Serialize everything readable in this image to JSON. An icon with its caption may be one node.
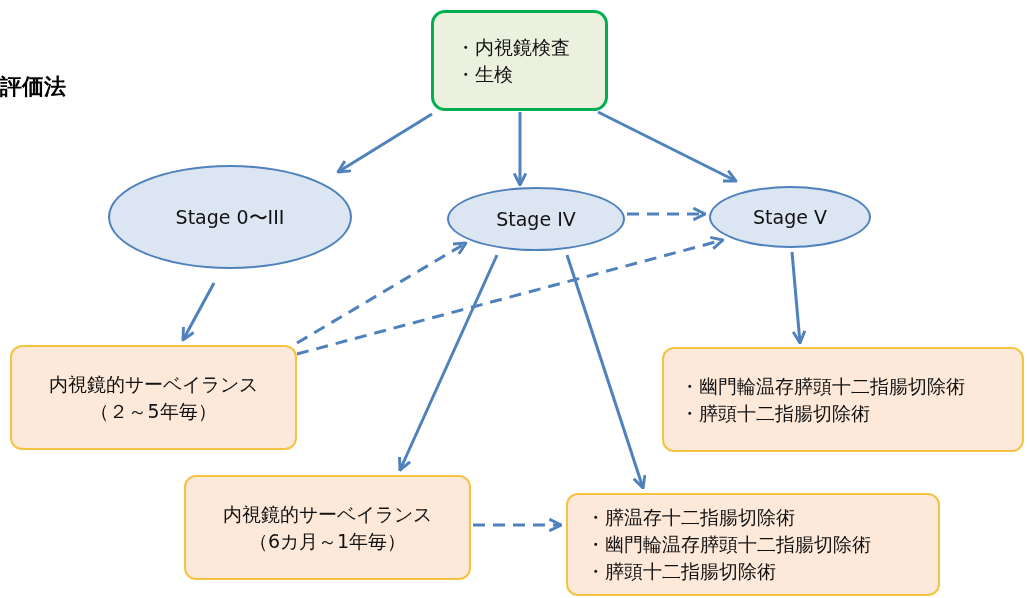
{
  "diagram": {
    "title": "評価法",
    "nodes": [
      {
        "text": [
          "・内視鏡検査",
          "・生検"
        ]
      },
      {
        "text": [
          "Stage 0〜III"
        ]
      },
      {
        "text": [
          "Stage IV"
        ]
      },
      {
        "text": [
          "Stage V"
        ]
      },
      {
        "text": [
          "内視鏡的サーベイランス",
          "（２～5年毎）"
        ]
      },
      {
        "text": [
          "・幽門輪温存膵頭十二指腸切除術",
          "・膵頭十二指腸切除術"
        ]
      },
      {
        "text": [
          "内視鏡的サーベイランス",
          "（6カ月～1年毎）"
        ]
      },
      {
        "text": [
          "・膵温存十二指腸切除術",
          "・幽門輪温存膵頭十二指腸切除術",
          "・膵頭十二指腸切除術"
        ]
      }
    ],
    "edges": [
      {
        "from": 0,
        "to": 1,
        "arrow": "to"
      },
      {
        "from": 0,
        "to": 2,
        "arrow": "to"
      },
      {
        "from": 0,
        "to": 3,
        "arrow": "to"
      },
      {
        "from": 1,
        "to": 4,
        "arrow": "to"
      },
      {
        "from": 2,
        "to": 3,
        "arrow": "to",
        "style": "dashed"
      },
      {
        "from": 4,
        "to": 2,
        "arrow": "to",
        "style": "dashed"
      },
      {
        "from": 4,
        "to": 3,
        "arrow": "to",
        "style": "dashed"
      },
      {
        "from": 2,
        "to": 6,
        "arrow": "to"
      },
      {
        "from": 2,
        "to": 7,
        "arrow": "to"
      },
      {
        "from": 3,
        "to": 5,
        "arrow": "to"
      },
      {
        "from": 6,
        "to": 7,
        "arrow": "to",
        "style": "dashed"
      }
    ]
  }
}
